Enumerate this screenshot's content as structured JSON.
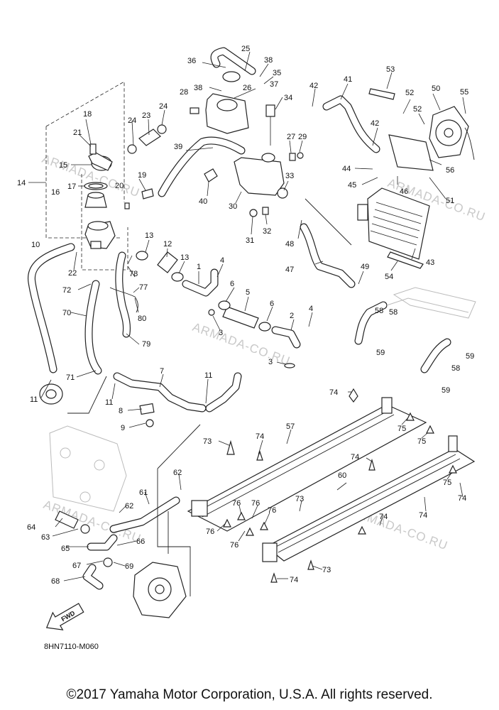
{
  "diagram_code": "8HN7110-M060",
  "copyright": "©2017 Yamaha Motor Corporation, U.S.A. All rights reserved.",
  "watermark": "ARMADA-CO.RU",
  "fwd_label": "FWD",
  "callouts": {
    "c1": "1",
    "c2": "2",
    "c3": "3",
    "c4": "4",
    "c5": "5",
    "c6": "6",
    "c7": "7",
    "c8": "8",
    "c9": "9",
    "c10": "10",
    "c11": "11",
    "c12": "12",
    "c13": "13",
    "c14": "14",
    "c15": "15",
    "c16": "16",
    "c17": "17",
    "c18": "18",
    "c19": "19",
    "c20": "20",
    "c21": "21",
    "c22": "22",
    "c23": "23",
    "c24": "24",
    "c25": "25",
    "c26": "26",
    "c27": "27",
    "c28": "28",
    "c29": "29",
    "c30": "30",
    "c31": "31",
    "c32": "32",
    "c33": "33",
    "c34": "34",
    "c35": "35",
    "c36": "36",
    "c37": "37",
    "c38": "38",
    "c39": "39",
    "c40": "40",
    "c41": "41",
    "c42": "42",
    "c43": "43",
    "c44": "44",
    "c45": "45",
    "c46": "46",
    "c47": "47",
    "c48": "48",
    "c49": "49",
    "c50": "50",
    "c51": "51",
    "c52": "52",
    "c53": "53",
    "c54": "54",
    "c55": "55",
    "c56": "56",
    "c57": "57",
    "c58": "58",
    "c59": "59",
    "c60": "60",
    "c61": "61",
    "c62": "62",
    "c63": "63",
    "c64": "64",
    "c65": "65",
    "c66": "66",
    "c67": "67",
    "c68": "68",
    "c69": "69",
    "c70": "70",
    "c71": "71",
    "c72": "72",
    "c73": "73",
    "c74": "74",
    "c75": "75",
    "c76": "76",
    "c77": "77",
    "c78": "78",
    "c79": "79",
    "c80": "80"
  }
}
